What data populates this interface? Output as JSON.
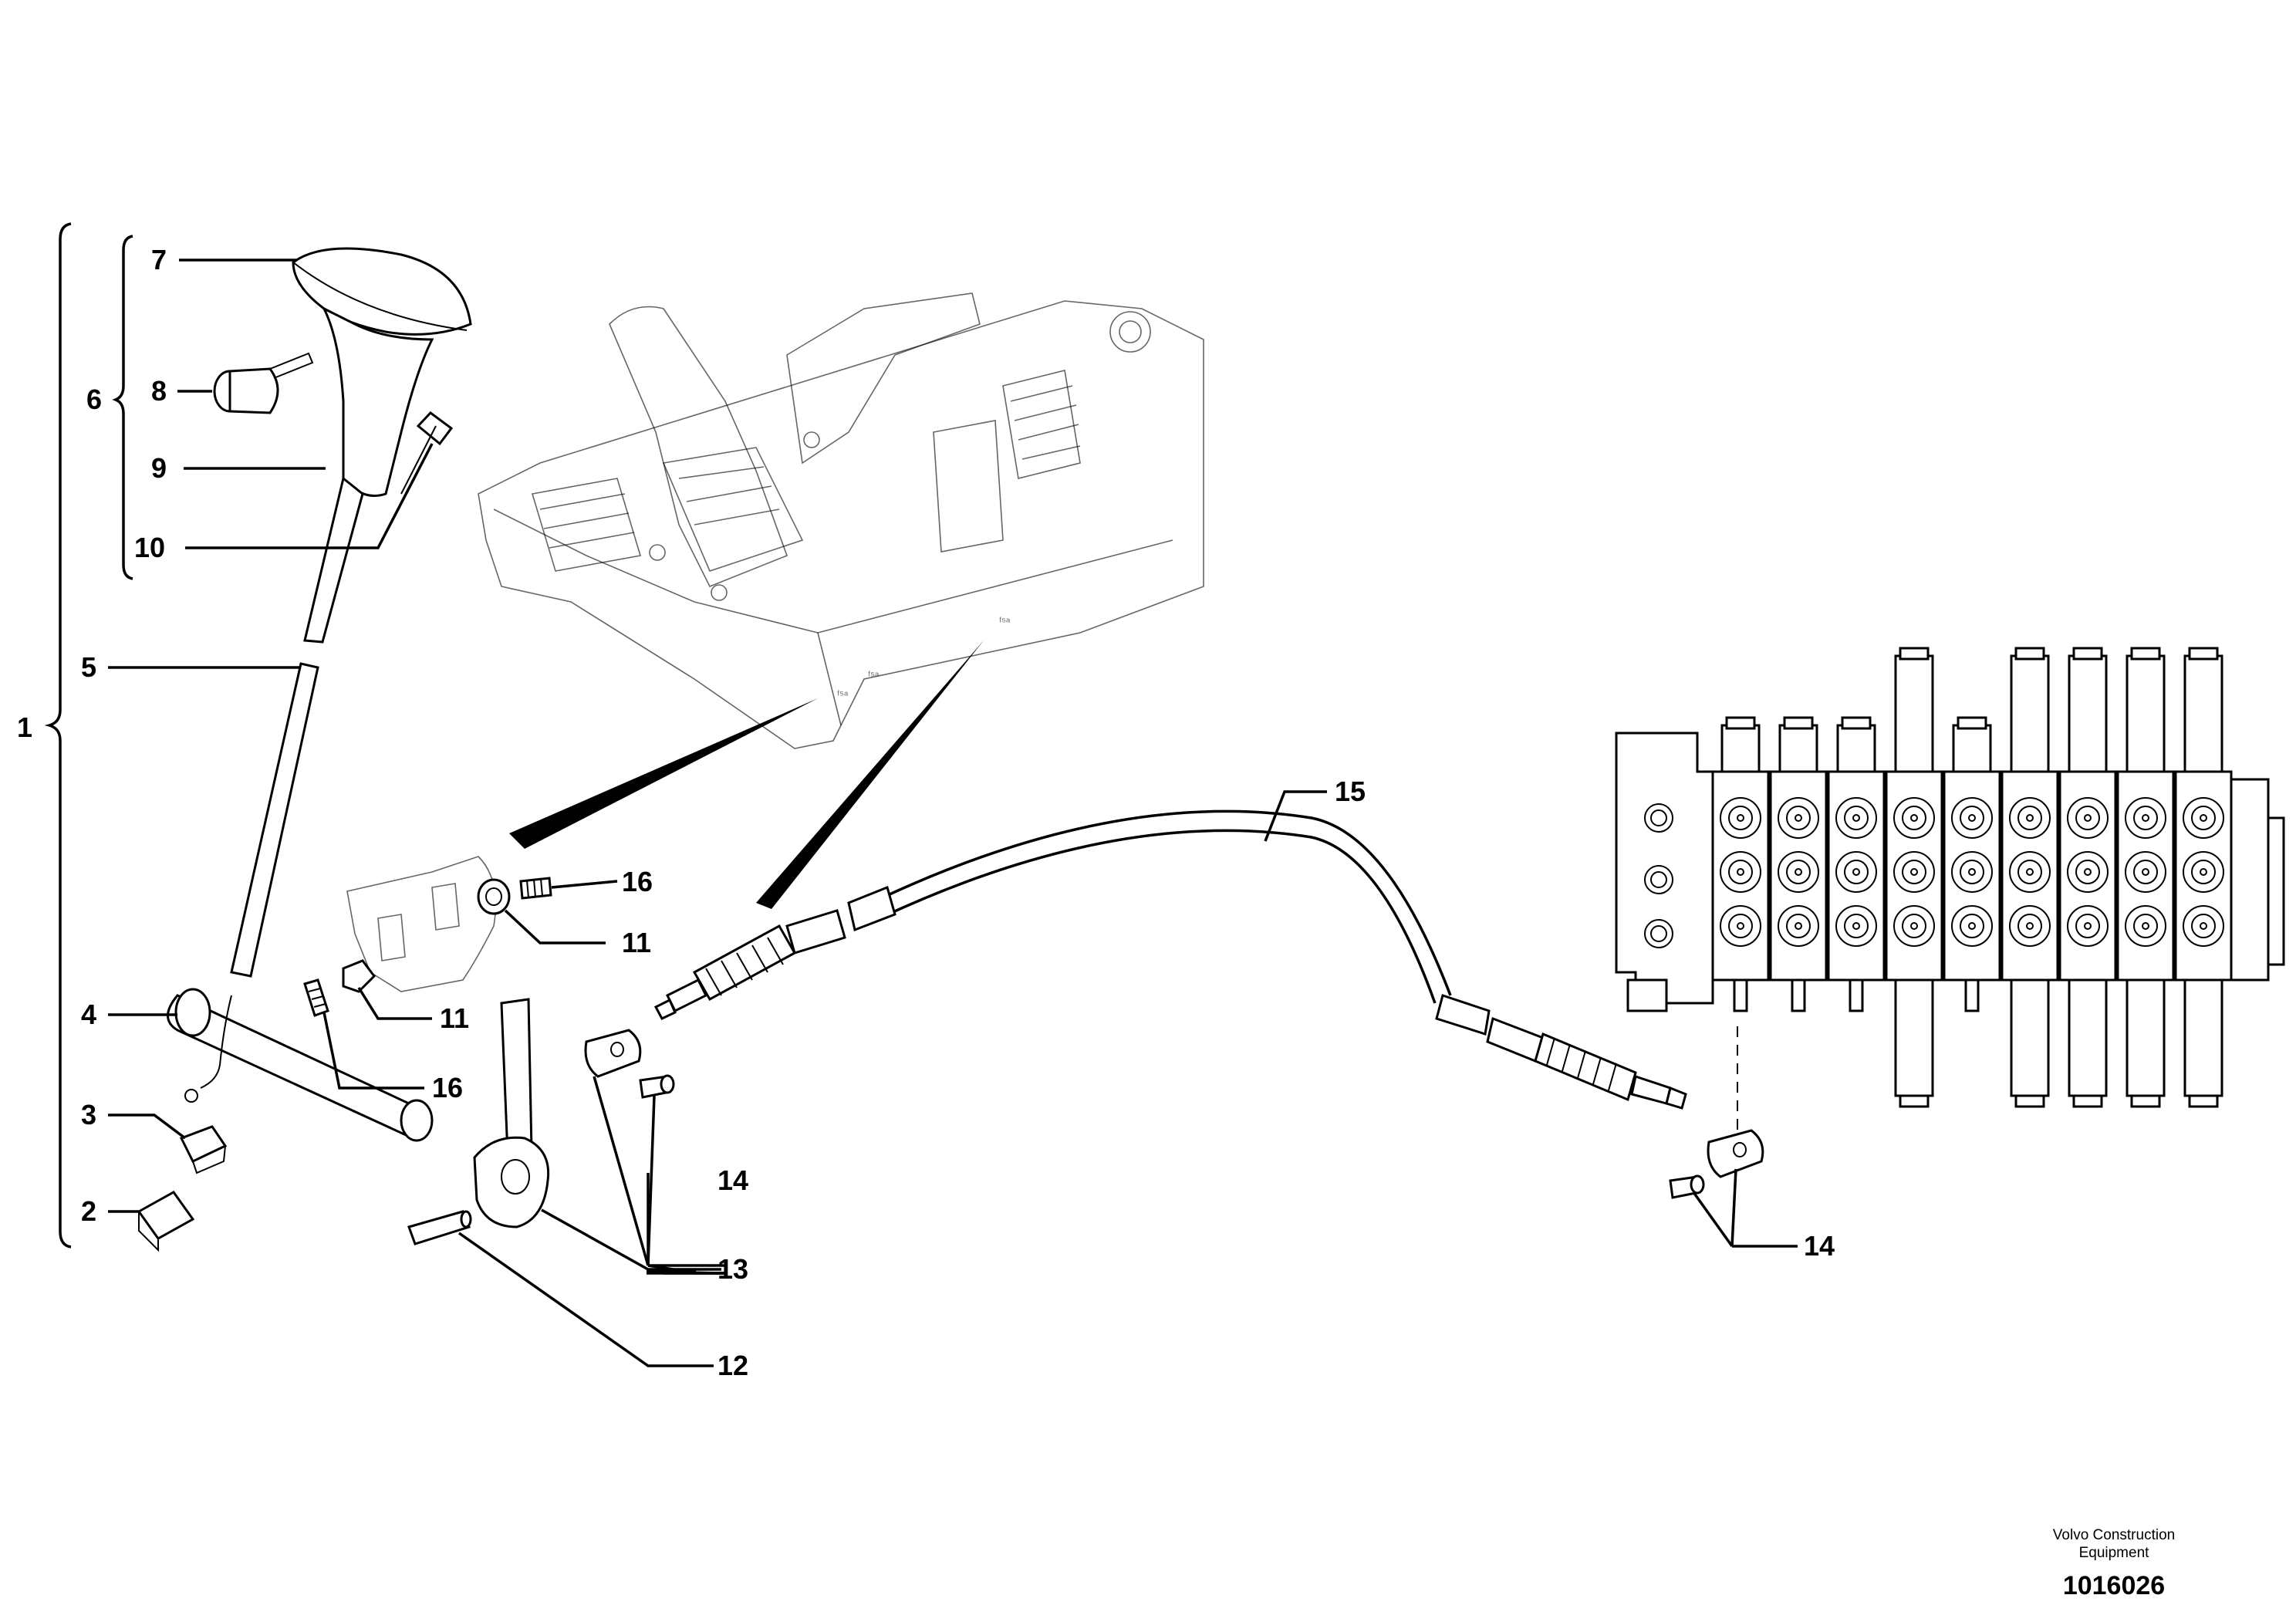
{
  "callouts": {
    "c1": "1",
    "c2": "2",
    "c3": "3",
    "c4": "4",
    "c5": "5",
    "c6": "6",
    "c7": "7",
    "c8": "8",
    "c9": "9",
    "c10": "10",
    "c11a": "11",
    "c11b": "11",
    "c12": "12",
    "c13": "13",
    "c14a": "14",
    "c14b": "14",
    "c15": "15",
    "c16a": "16",
    "c16b": "16"
  },
  "footer": {
    "brand_line1": "Volvo Construction",
    "brand_line2": "Equipment",
    "drawing_number": "1016026"
  }
}
